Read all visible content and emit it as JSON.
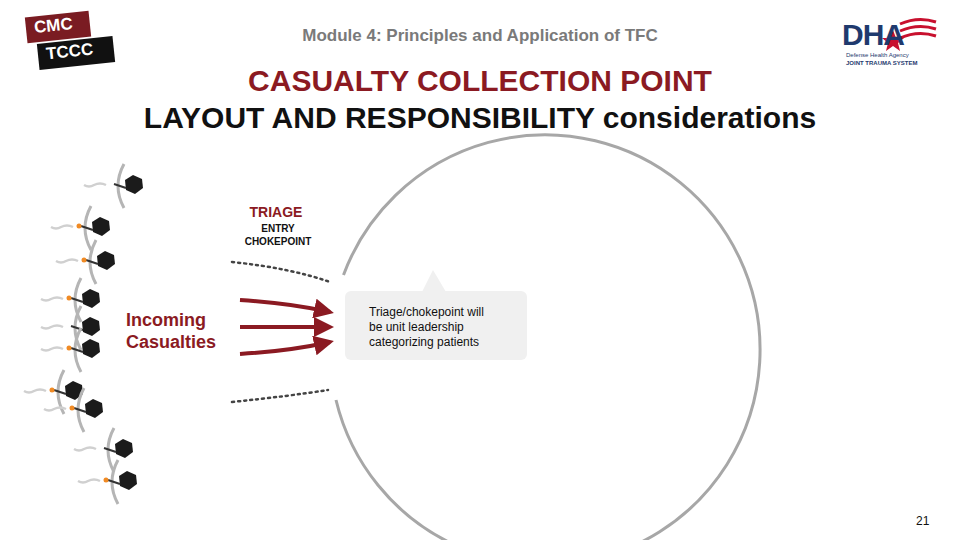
{
  "diagram": {
    "title": "CASUALTY COLLECTION POINT",
    "nodes": [
      {
        "text": [
          "Triage/chokepoint will be unit leadership categorizing patients"
        ]
      }
    ],
    "labels": [
      "Module 4: Principles and Application of TFC",
      "CMC",
      "TCCC",
      "DHA",
      "Defense Health Agency",
      "JOINT TRAUMA SYSTEM",
      "LAYOUT AND RESPONSIBILITY considerations",
      "TRIAGE",
      "ENTRY CHOKEPOINT",
      "Incoming Casualties",
      "21"
    ]
  }
}
